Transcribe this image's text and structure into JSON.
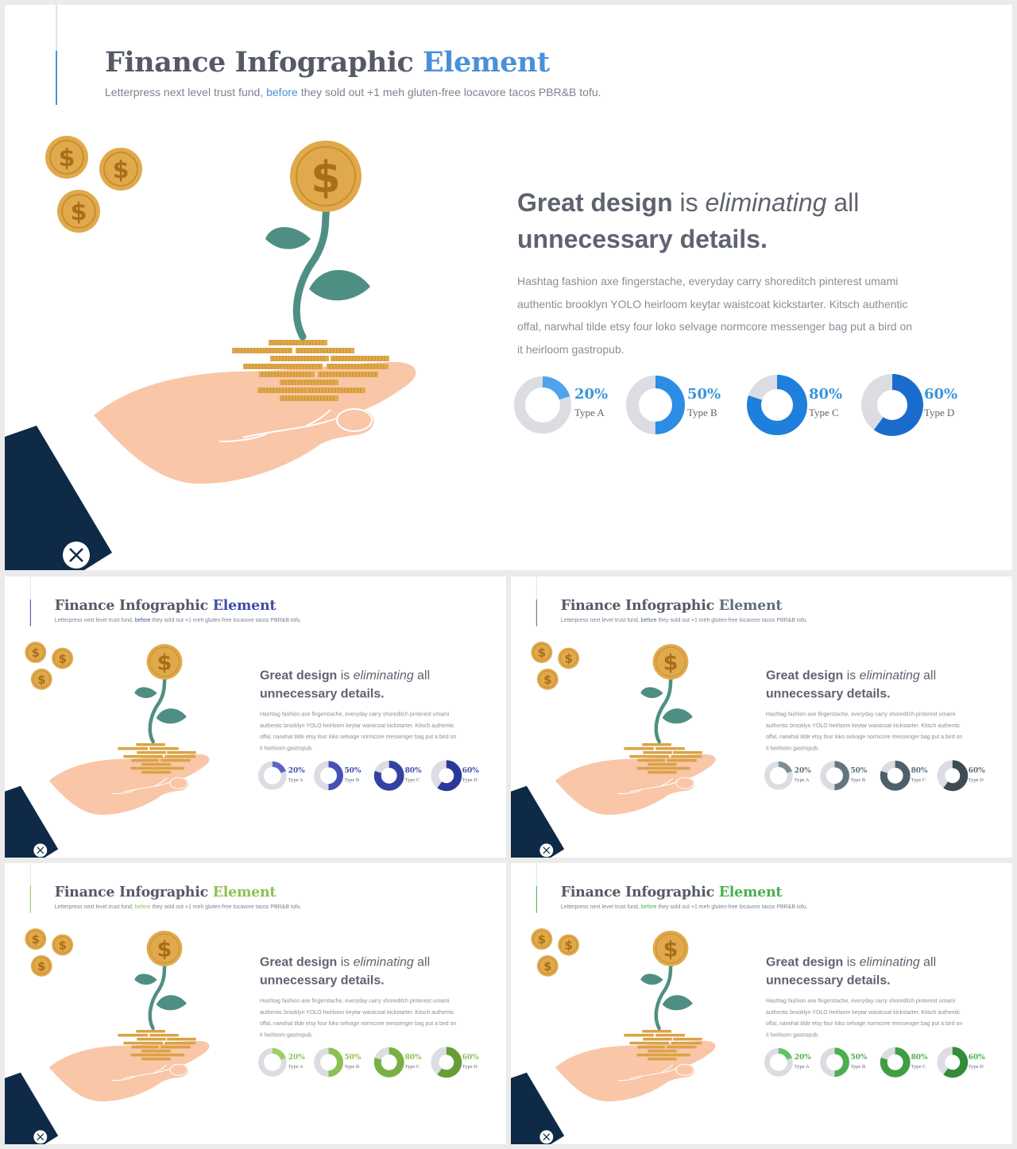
{
  "slides": [
    {
      "id": "slide-main",
      "size": "large",
      "accent": "#4a90d9",
      "title": {
        "main": "Finance Infographic ",
        "accent": "Element"
      },
      "subtitle": {
        "pre": "Letterpress next level trust fund, ",
        "link": "before",
        "post": " they sold out +1 meh gluten-free locavore tacos PBR&B tofu."
      },
      "headline": {
        "b1": "Great design",
        "t1": " is ",
        "i1": "eliminating",
        "t2": " all ",
        "b2": "unnecessary details."
      },
      "body": "Hashtag fashion axe fingerstache, everyday carry shoreditch pinterest umami authentic brooklyn YOLO heirloom keytar waistcoat kickstarter. Kitsch authentic offal, narwhal tilde etsy four loko selvage normcore messenger bag put a bird on it heirloom gastropub.",
      "donut_colors": [
        "#4fa3ec",
        "#2b8de3",
        "#1f7fdc",
        "#1a6ccc"
      ],
      "pct_color": "#3a95db"
    },
    {
      "id": "slide-blue",
      "size": "small",
      "accent": "#3f4ea8",
      "title": {
        "main": "Finance Infographic ",
        "accent": "Element"
      },
      "subtitle": {
        "pre": "Letterpress next level trust fund, ",
        "link": "before",
        "post": " they sold out +1 meh gluten-free locavore tacos PBR&B tofu."
      },
      "headline": {
        "b1": "Great design",
        "t1": " is ",
        "i1": "eliminating",
        "t2": " all ",
        "b2": "unnecessary details."
      },
      "body": "Hashtag fashion axe fingerstache, everyday carry shoreditch pinterest umami authentic brooklyn YOLO heirloom keytar waistcoat kickstarter. Kitsch authentic offal, narwhal tilde etsy four loko selvage normcore messenger bag put a bird on it heirloom gastropub.",
      "donut_colors": [
        "#5a67c2",
        "#4352b4",
        "#3441a4",
        "#2b3899"
      ],
      "pct_color": "#3f4ea8"
    },
    {
      "id": "slide-slate",
      "size": "small",
      "accent": "#5c6f7c",
      "title": {
        "main": "Finance Infographic ",
        "accent": "Element"
      },
      "subtitle": {
        "pre": "Letterpress next level trust fund, ",
        "link": "before",
        "post": " they sold out +1 meh gluten-free locavore tacos PBR&B tofu."
      },
      "headline": {
        "b1": "Great design",
        "t1": " is ",
        "i1": "eliminating",
        "t2": " all ",
        "b2": "unnecessary details."
      },
      "body": "Hashtag fashion axe fingerstache, everyday carry shoreditch pinterest umami authentic brooklyn YOLO heirloom keytar waistcoat kickstarter. Kitsch authentic offal, narwhal tilde etsy four loko selvage normcore messenger bag put a bird on it heirloom gastropub.",
      "donut_colors": [
        "#7c8c98",
        "#65757f",
        "#4f5f6a",
        "#3c4b55"
      ],
      "pct_color": "#5c6f7c"
    },
    {
      "id": "slide-lightgreen",
      "size": "small",
      "accent": "#8cc152",
      "title": {
        "main": "Finance Infographic ",
        "accent": "Element"
      },
      "subtitle": {
        "pre": "Letterpress next level trust fund, ",
        "link": "before",
        "post": " they sold out +1 meh gluten-free locavore tacos PBR&B tofu."
      },
      "headline": {
        "b1": "Great design",
        "t1": " is ",
        "i1": "eliminating",
        "t2": " all ",
        "b2": "unnecessary details."
      },
      "body": "Hashtag fashion axe fingerstache, everyday carry shoreditch pinterest umami authentic brooklyn YOLO heirloom keytar waistcoat kickstarter. Kitsch authentic offal, narwhal tilde etsy four loko selvage normcore messenger bag put a bird on it heirloom gastropub.",
      "donut_colors": [
        "#9fd063",
        "#8cc152",
        "#79b043",
        "#679d36"
      ],
      "pct_color": "#8cc152"
    },
    {
      "id": "slide-green",
      "size": "small",
      "accent": "#4caf50",
      "title": {
        "main": "Finance Infographic ",
        "accent": "Element"
      },
      "subtitle": {
        "pre": "Letterpress next level trust fund, ",
        "link": "before",
        "post": " they sold out +1 meh gluten-free locavore tacos PBR&B tofu."
      },
      "headline": {
        "b1": "Great design",
        "t1": " is ",
        "i1": "eliminating",
        "t2": " all ",
        "b2": "unnecessary details."
      },
      "body": "Hashtag fashion axe fingerstache, everyday carry shoreditch pinterest umami authentic brooklyn YOLO heirloom keytar waistcoat kickstarter. Kitsch authentic offal, narwhal tilde etsy four loko selvage normcore messenger bag put a bird on it heirloom gastropub.",
      "donut_colors": [
        "#62c367",
        "#4caf50",
        "#3f9e44",
        "#348c39"
      ],
      "pct_color": "#4caf50"
    }
  ],
  "donuts": [
    {
      "percent": 20,
      "label": "20%",
      "type": "Type A"
    },
    {
      "percent": 50,
      "label": "50%",
      "type": "Type B"
    },
    {
      "percent": 80,
      "label": "80%",
      "type": "Type C"
    },
    {
      "percent": 60,
      "label": "60%",
      "type": "Type D"
    }
  ],
  "illustration": {
    "coin_symbol": "$",
    "coin_color": "#e0a94c",
    "leaf_color": "#4f8f83",
    "hand_color": "#f9c6a8",
    "sleeve_color": "#0e2a47",
    "icons": [
      "dollar-coin-icon",
      "plant-icon",
      "hand-icon",
      "cufflink-icon"
    ]
  }
}
